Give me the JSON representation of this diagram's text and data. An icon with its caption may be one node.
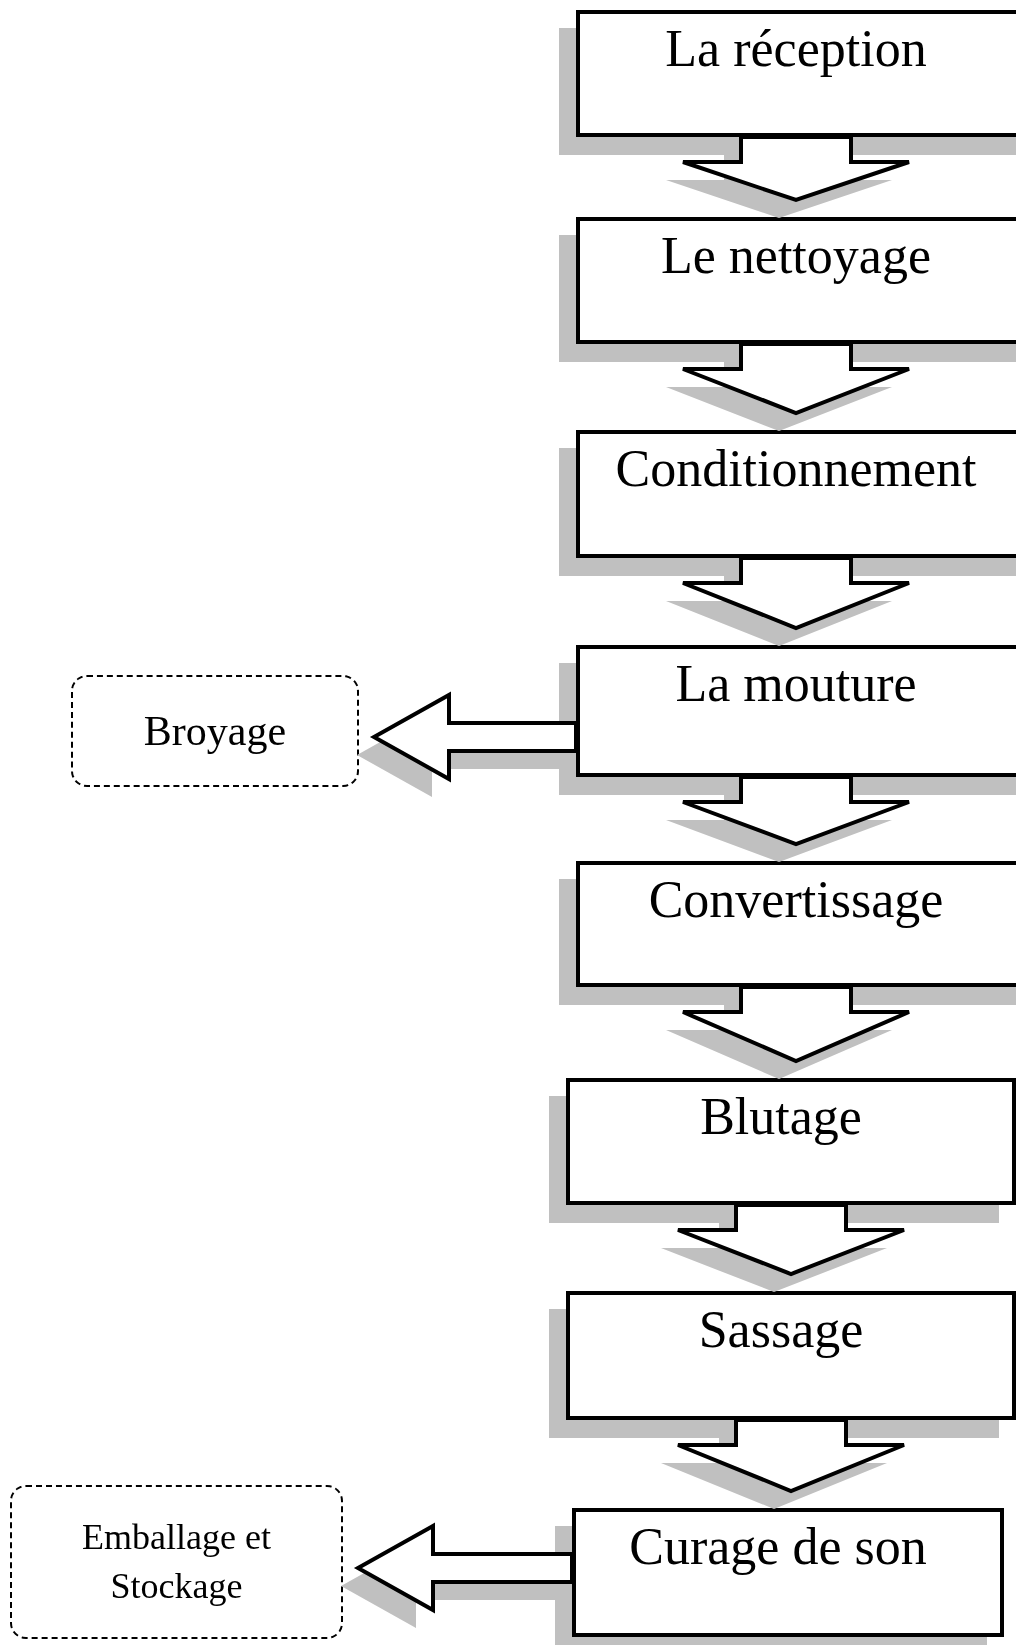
{
  "diagram": {
    "nodes": [
      {
        "text": [
          "La réception"
        ]
      },
      {
        "text": [
          "Le nettoyage"
        ]
      },
      {
        "text": [
          "Conditionnement"
        ]
      },
      {
        "text": [
          "La mouture"
        ]
      },
      {
        "text": [
          "Convertissage"
        ]
      },
      {
        "text": [
          "Blutage"
        ]
      },
      {
        "text": [
          "Sassage"
        ]
      },
      {
        "text": [
          "Curage de son"
        ]
      },
      {
        "text": [
          "Broyage"
        ]
      },
      {
        "text": [
          "Emballage et Stockage"
        ]
      }
    ],
    "edges": [
      {
        "from": 0,
        "to": 1,
        "arrow": "to"
      },
      {
        "from": 1,
        "to": 2,
        "arrow": "to"
      },
      {
        "from": 2,
        "to": 3,
        "arrow": "to"
      },
      {
        "from": 3,
        "to": 4,
        "arrow": "to"
      },
      {
        "from": 4,
        "to": 5,
        "arrow": "to"
      },
      {
        "from": 5,
        "to": 6,
        "arrow": "to"
      },
      {
        "from": 6,
        "to": 7,
        "arrow": "to"
      },
      {
        "from": 3,
        "to": 8,
        "arrow": "to"
      },
      {
        "from": 7,
        "to": 9,
        "arrow": "to"
      }
    ]
  }
}
